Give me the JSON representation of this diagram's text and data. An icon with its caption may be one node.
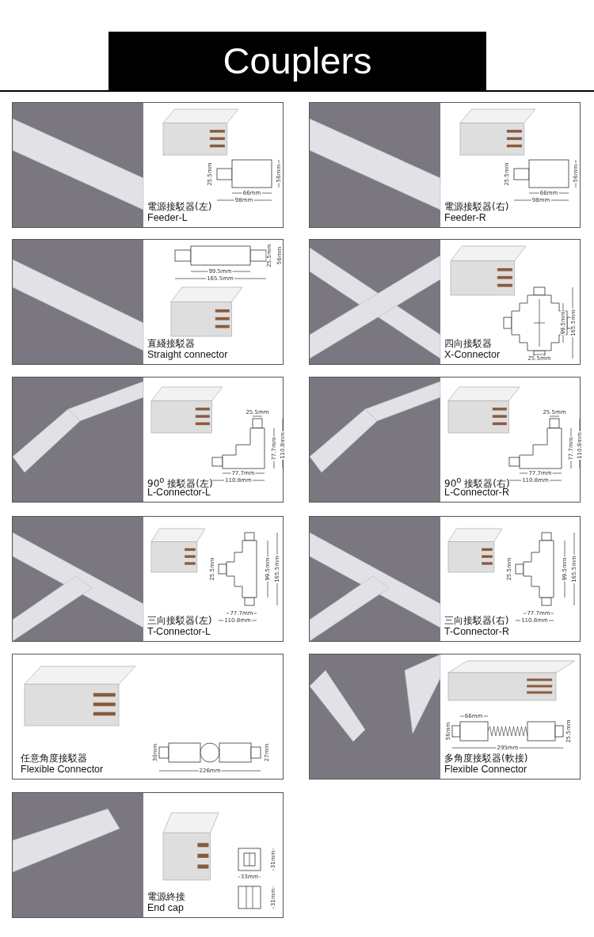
{
  "diagram": {
    "title": "Couplers",
    "nodes": [
      {
        "text": [
          "電源接駁器(左)",
          "Feeder-L"
        ]
      },
      {
        "text": [
          "電源接駁器(右)",
          "Feeder-R"
        ]
      },
      {
        "text": [
          "直綫接駁器",
          "Straight connector"
        ]
      },
      {
        "text": [
          "四向接駁器",
          "X-Connector"
        ]
      },
      {
        "text": [
          "90$^{o}$ 接駁器(左)",
          "L-Connector-L"
        ]
      },
      {
        "text": [
          "90$^{o}$ 接駁器(右)",
          "L-Connector-R"
        ]
      },
      {
        "text": [
          "三向接駁器(左)",
          "T-Connector-L"
        ]
      },
      {
        "text": [
          "三向接駁器(右)",
          "T-Connector-R"
        ]
      },
      {
        "text": [
          "任意角度接駁器",
          "Flexible Connector"
        ]
      },
      {
        "text": [
          "多角度接駁器(軟接)",
          "Flexible Connector"
        ]
      },
      {
        "text": [
          "電源終接",
          "End cap"
        ]
      }
    ],
    "labels": [
      "25.5mm",
      "56mm",
      "66mm",
      "98mm",
      "25.5mm",
      "56mm",
      "66mm",
      "98mm",
      "25.5mm",
      "56mm",
      "99.5mm",
      "165.5mm",
      "99.5mm",
      "165.5mm",
      "25.5mm",
      "25.5mm",
      "77.7mm",
      "110.8mm",
      "77.7mm",
      "110.8mm",
      "25.5mm",
      "77.7mm",
      "110.8mm",
      "77.7mm",
      "110.8mm",
      "25.5mm",
      "99.5mm",
      "165.5mm",
      "77.7mm",
      "110.8mm",
      "25.5mm",
      "99.5mm",
      "165.5mm",
      "77.7mm",
      "110.8mm",
      "30mm",
      "27mm",
      "226mm",
      "66mm",
      "56mm",
      "25.5mm",
      "295mm",
      "31mm",
      "33mm",
      "31mm"
    ]
  }
}
